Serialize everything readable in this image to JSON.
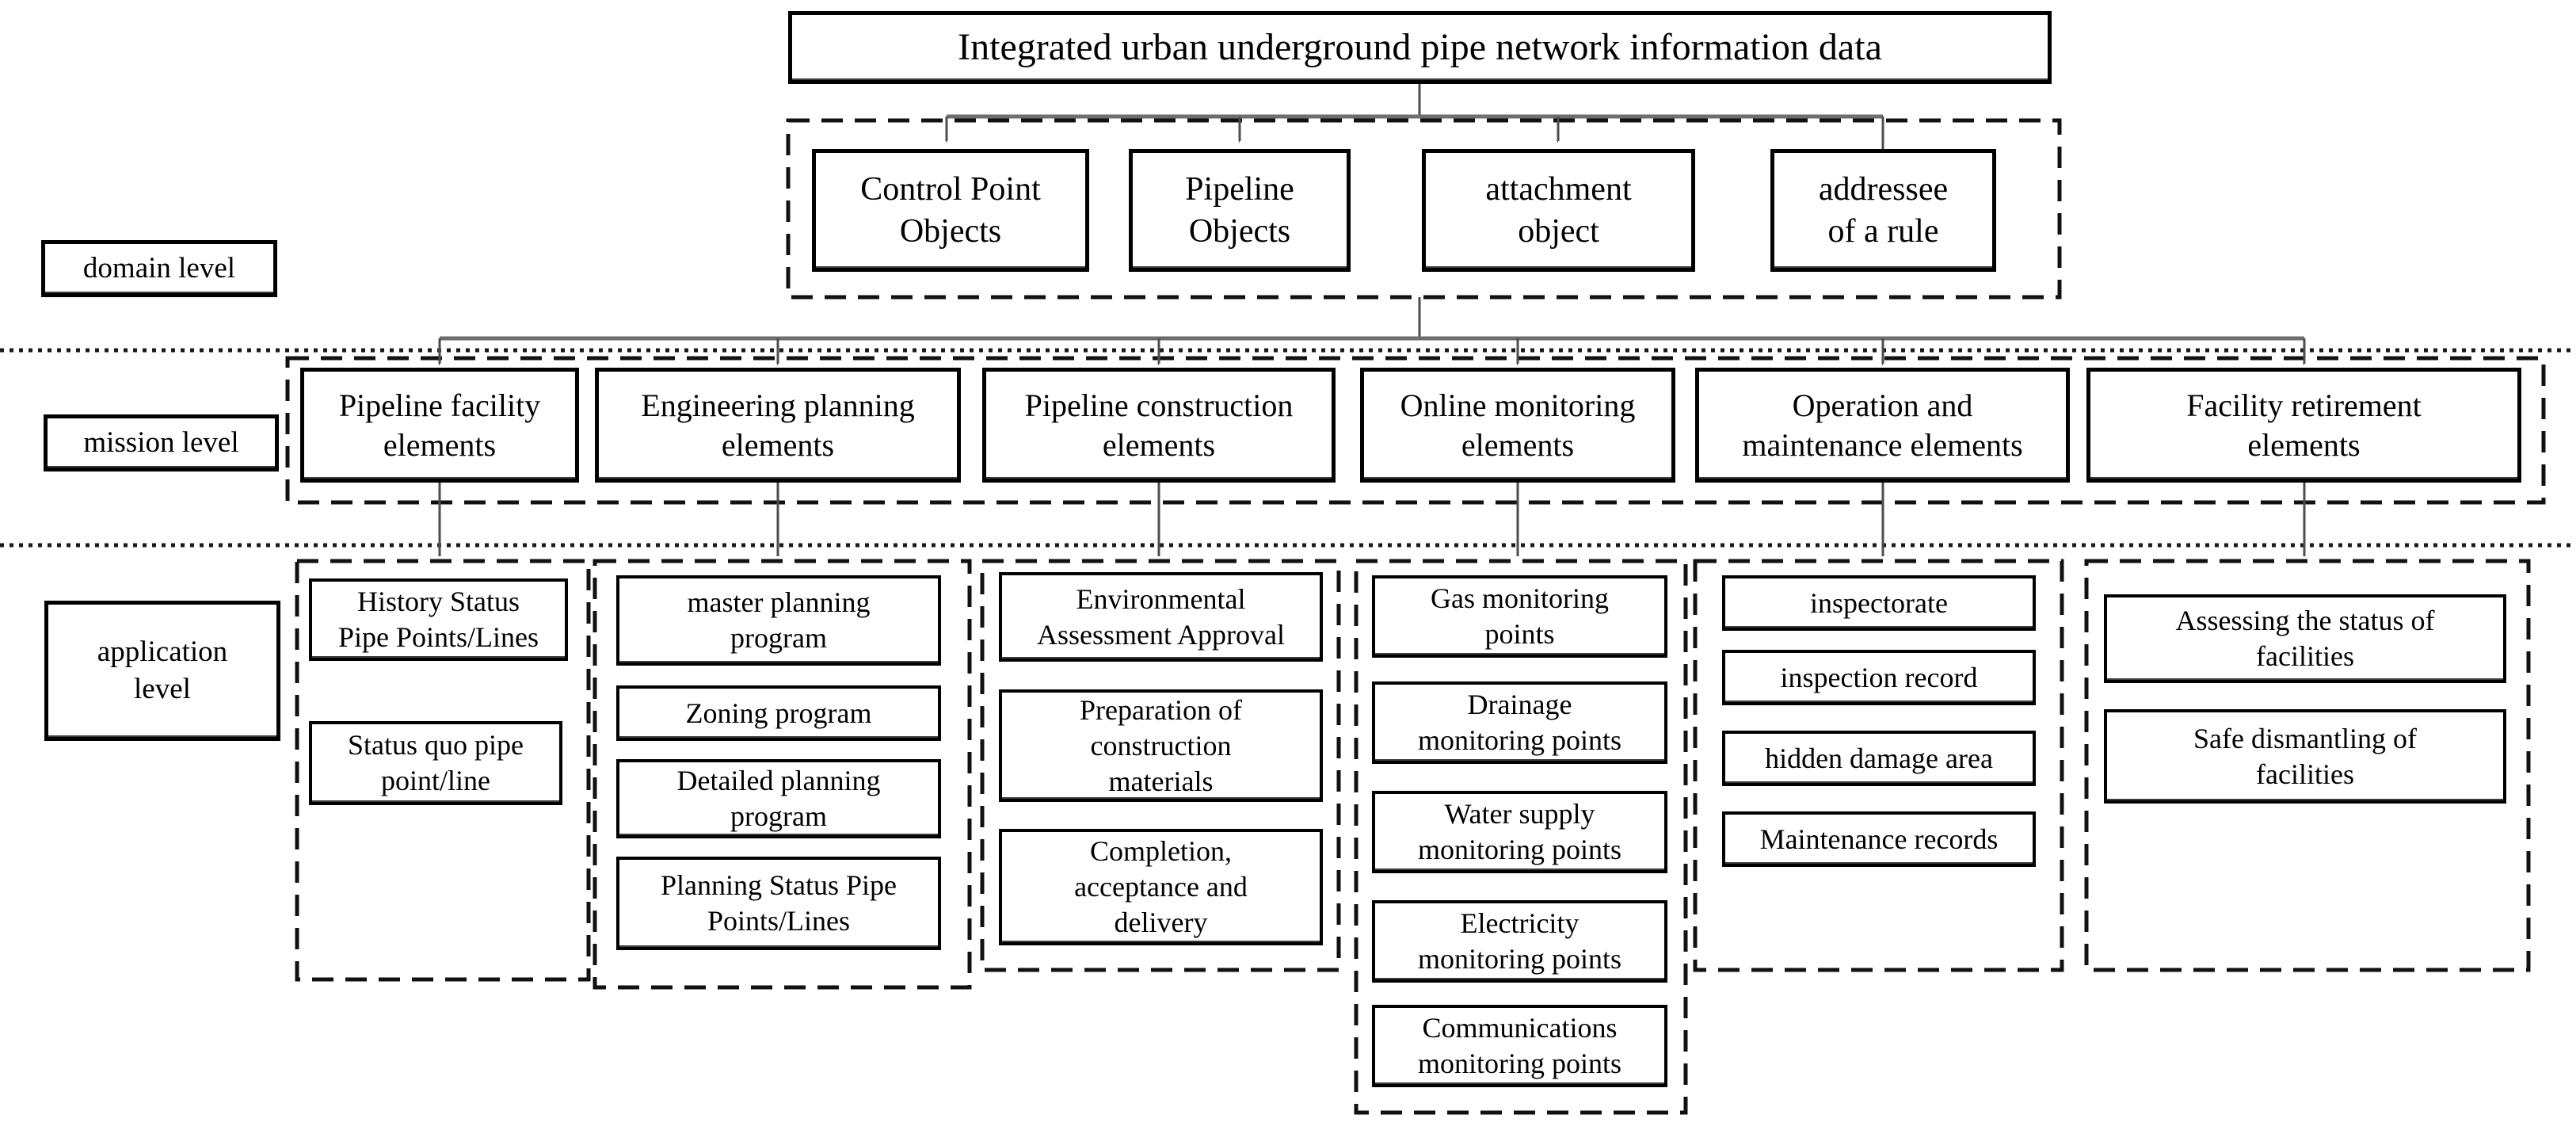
{
  "diagram": {
    "title": "Integrated urban underground pipe network information data",
    "level_labels": {
      "domain": "domain level",
      "mission": "mission level",
      "application": "application\nlevel"
    },
    "domain_objects": [
      "Control Point\nObjects",
      "Pipeline\nObjects",
      "attachment\nobject",
      "addressee\nof a rule"
    ],
    "missions": [
      {
        "label": "Pipeline facility\nelements",
        "applications": [
          "History Status\nPipe Points/Lines",
          "Status quo pipe\npoint/line"
        ]
      },
      {
        "label": "Engineering planning\nelements",
        "applications": [
          "master planning\nprogram",
          "Zoning program",
          "Detailed planning\nprogram",
          "Planning Status Pipe\nPoints/Lines"
        ]
      },
      {
        "label": "Pipeline construction\nelements",
        "applications": [
          "Environmental\nAssessment Approval",
          "Preparation of\nconstruction\nmaterials",
          "Completion,\nacceptance and\ndelivery"
        ]
      },
      {
        "label": "Online monitoring\nelements",
        "applications": [
          "Gas monitoring\npoints",
          "Drainage\nmonitoring points",
          "Water supply\nmonitoring points",
          "Electricity\nmonitoring points",
          "Communications\nmonitoring points"
        ]
      },
      {
        "label": "Operation and\nmaintenance elements",
        "applications": [
          "inspectorate",
          "inspection record",
          "hidden damage area",
          "Maintenance records"
        ]
      },
      {
        "label": "Facility retirement\nelements",
        "applications": [
          "Assessing the status of\nfacilities",
          "Safe dismantling of\nfacilities"
        ]
      }
    ],
    "colors": {
      "border": "#000000",
      "connector": "#4d4d4d",
      "bus_line": "#6e6e6e",
      "background": "#ffffff"
    }
  }
}
